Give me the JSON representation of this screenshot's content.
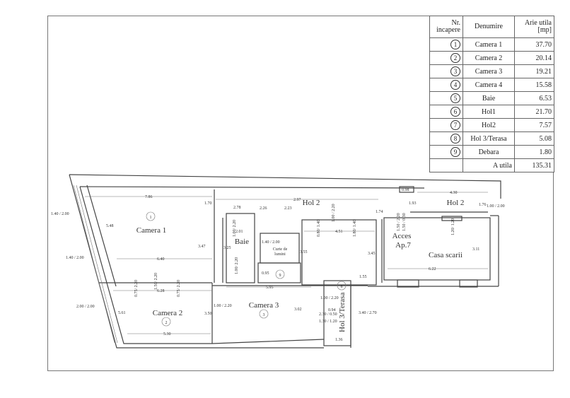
{
  "legend": {
    "headers": [
      "Nr. incapere",
      "Denumire",
      "Arie utila [mp]"
    ],
    "rows": [
      {
        "nr": "1",
        "name": "Camera 1",
        "area": "37.70"
      },
      {
        "nr": "2",
        "name": "Camera 2",
        "area": "20.14"
      },
      {
        "nr": "3",
        "name": "Camera 3",
        "area": "19.21"
      },
      {
        "nr": "4",
        "name": "Camera 4",
        "area": "15.58"
      },
      {
        "nr": "5",
        "name": "Baie",
        "area": "6.53"
      },
      {
        "nr": "6",
        "name": "Hol1",
        "area": "21.70"
      },
      {
        "nr": "7",
        "name": "Hol2",
        "area": "7.57"
      },
      {
        "nr": "8",
        "name": "Hol 3/Terasa",
        "area": "5.08"
      },
      {
        "nr": "9",
        "name": "Debara",
        "area": "1.80"
      }
    ],
    "total_label": "A utila",
    "total_value": "135.31"
  },
  "plan": {
    "rooms": {
      "camera1": "Camera 1",
      "camera1_nr": "1",
      "camera2": "Camera 2",
      "camera2_nr": "2",
      "camera3": "Camera 3",
      "camera3_nr": "3",
      "baie": "Baie",
      "hol2_left": "Hol 2",
      "hol2_right": "Hol 2",
      "curte1": "Curte de",
      "curte2": "lumini",
      "debara_nr": "9",
      "hol3": "Hol 3/Terasa",
      "hol3_nr": "8",
      "acces1": "Acces",
      "acces2": "Ap.7",
      "casa_scarii": "Casa scarii"
    },
    "dims": [
      "7.86",
      "5.48",
      "1.70",
      "2.78",
      "2.26",
      "2.23",
      "2.97",
      "1.40 / 2.00",
      "1.40 / 2.00",
      "2.00 / 2.00",
      "6.40",
      "3.47",
      "3.25",
      "2.01",
      "1.40 / 2.00",
      "3.55",
      "0.95",
      "5.95",
      "6.28",
      "5.61",
      "3.50",
      "5.30",
      "1.00 / 2.20",
      "3.02",
      "1.00 / 2.20",
      "2.30 / 0.50",
      "1.30 / 1.20",
      "0.94",
      "1.36",
      "3.40 / 2.70",
      "4.51",
      "3.45",
      "1.55",
      "1.74",
      "0.98",
      "4.30",
      "1.93",
      "1.76",
      "1.00 / 2.00",
      "3.11",
      "6.22"
    ],
    "vdims": [
      "1.00/ 2.20",
      "1.50/ 2.20",
      "0.75/ 2.20",
      "0.75/ 2.20",
      "1.00/ 2.20",
      "0.80/ 1.40",
      "1.00 / 2.20",
      "1.80/ 1.40",
      "1.50 / 2.20",
      "1.50 / 0.30",
      "1.20/ 1.20"
    ]
  }
}
